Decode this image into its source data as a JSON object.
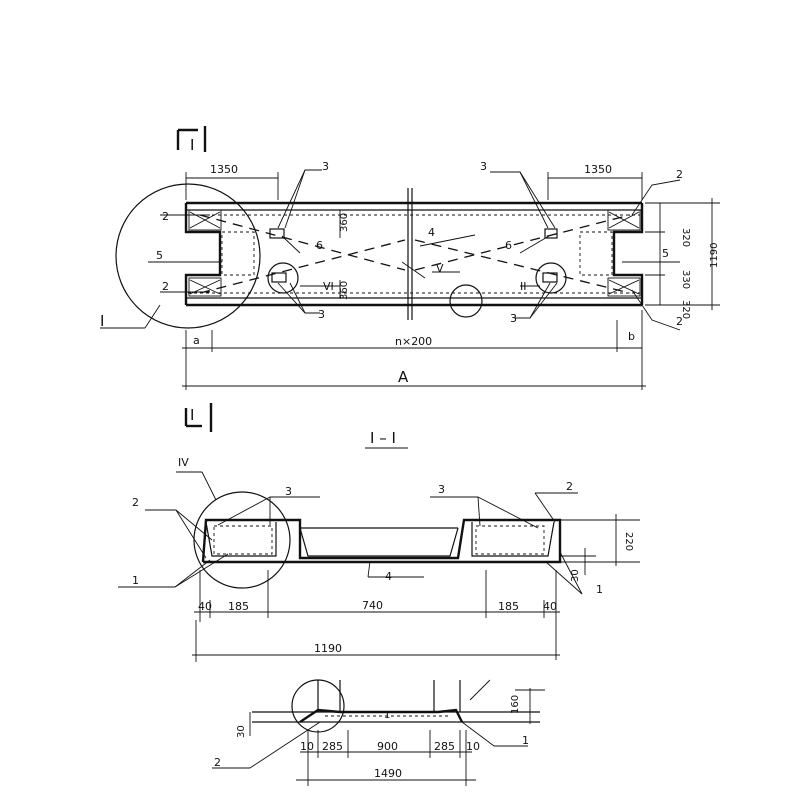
{
  "plan": {
    "marker": "I",
    "dim_left_top": "1350",
    "dim_right_top": "1350",
    "label_3_top_left": "3",
    "label_3_top_right": "3",
    "label_3_bot_left": "3",
    "label_3_bot_right": "3",
    "label_2_left_top": "2",
    "label_2_left_bot": "2",
    "label_2_right_top": "2",
    "label_2_right_bot": "2",
    "label_5_left": "5",
    "label_5_right": "5",
    "label_6_left": "6",
    "label_6_right": "6",
    "label_4": "4",
    "label_VI": "VI",
    "label_V": "V",
    "label_II": "II",
    "label_I": "I",
    "dim_r1": "320",
    "dim_r2": "330",
    "dim_r3": "320",
    "dim_total_h": "1190",
    "dim_left_360a": "360",
    "dim_left_360b": "360",
    "dim_a": "a",
    "dim_b": "b",
    "dim_n200": "n×200",
    "dim_A": "A"
  },
  "section": {
    "marker": "I",
    "title": "I – I",
    "label_IV": "IV",
    "label_2_left": "2",
    "label_2_right": "2",
    "label_3_left": "3",
    "label_3_right": "3",
    "label_1_left": "1",
    "label_1_right": "1",
    "label_4": "4",
    "dim_220": "220",
    "dim_30": "30",
    "dim_40a": "40",
    "dim_185a": "185",
    "dim_740": "740",
    "dim_185b": "185",
    "dim_40b": "40",
    "dim_1190": "1190"
  },
  "end_view": {
    "dim_30": "30",
    "dim_160": "160",
    "dim_10a": "10",
    "dim_285a": "285",
    "dim_900": "900",
    "dim_285b": "285",
    "dim_10b": "10",
    "dim_1490": "1490",
    "label_2": "2",
    "label_1": "1",
    "label_inner": "1"
  }
}
